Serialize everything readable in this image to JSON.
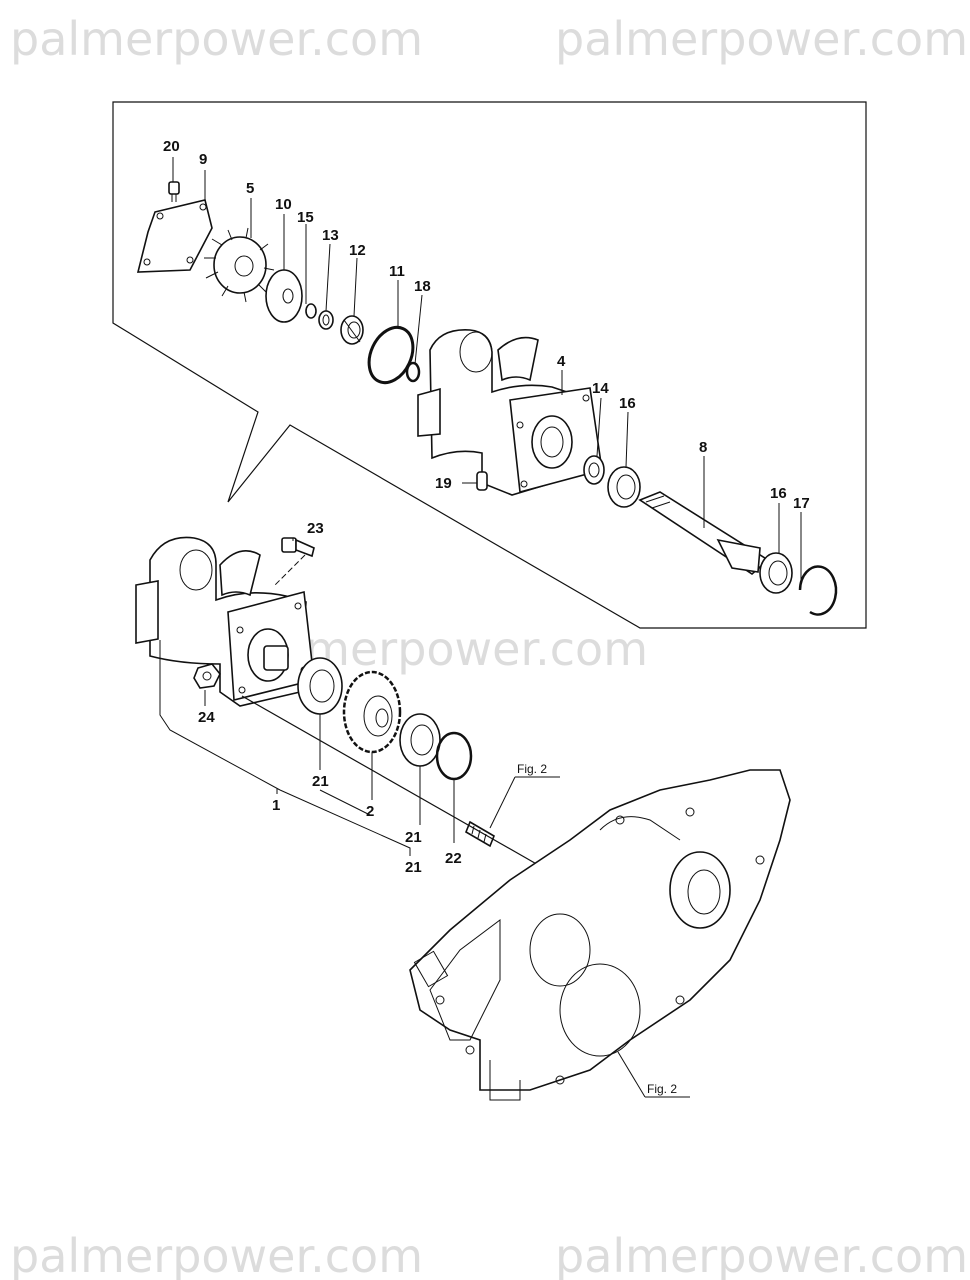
{
  "watermark": {
    "top_left": "palmerpower.com",
    "top_right": "palmerpower.com",
    "center": "palmerpower.com",
    "bottom_left": "palmerpower.com",
    "bottom_right": "palmerpower.com"
  },
  "callouts": {
    "c20": "20",
    "c9": "9",
    "c5": "5",
    "c10": "10",
    "c15": "15",
    "c13": "13",
    "c12": "12",
    "c11": "11",
    "c18": "18",
    "c4": "4",
    "c14": "14",
    "c16a": "16",
    "c8": "8",
    "c19": "19",
    "c16b": "16",
    "c17": "17",
    "c23": "23",
    "c24": "24",
    "c21a": "21",
    "c1": "1",
    "c2": "2",
    "c21b": "21",
    "c21c": "21",
    "c22": "22"
  },
  "figure_refs": {
    "upper": "Fig. 2",
    "lower": "Fig. 2"
  }
}
